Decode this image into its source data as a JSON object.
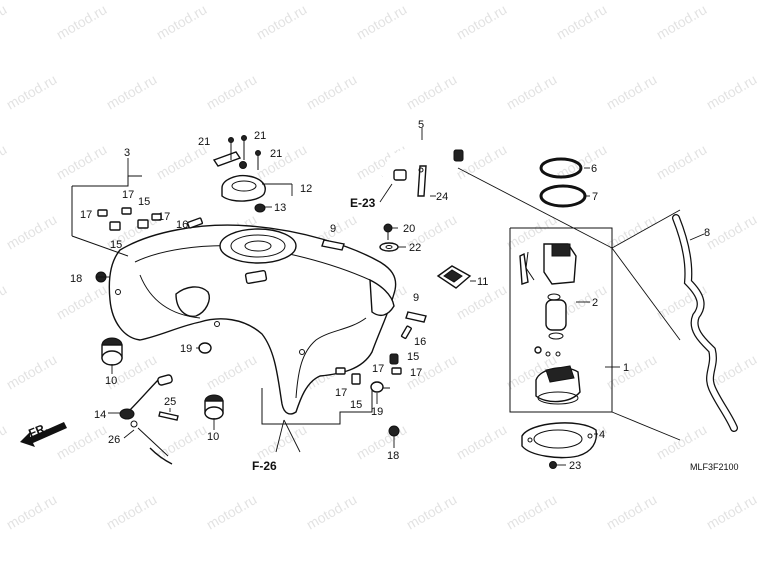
{
  "watermark": "motod.ru",
  "diagram_code": "MLF3F2100",
  "direction_label": "FR.",
  "refs": {
    "e23": "E-23",
    "f26": "F-26"
  },
  "callouts": {
    "c1": "1",
    "c2": "2",
    "c3": "3",
    "c4": "4",
    "c5": "5",
    "c6": "6",
    "c7": "7",
    "c8": "8",
    "c9a": "9",
    "c9b": "9",
    "c10a": "10",
    "c10b": "10",
    "c11": "11",
    "c12": "12",
    "c13": "13",
    "c14": "14",
    "c15a": "15",
    "c15b": "15",
    "c15c": "15",
    "c15d": "15",
    "c16a": "16",
    "c16b": "16",
    "c17a": "17",
    "c17b": "17",
    "c17c": "17",
    "c17d": "17",
    "c17e": "17",
    "c17f": "17",
    "c18a": "18",
    "c18b": "18",
    "c19a": "19",
    "c19b": "19",
    "c20": "20",
    "c21a": "21",
    "c21b": "21",
    "c21c": "21",
    "c22": "22",
    "c23": "23",
    "c24": "24",
    "c25": "25",
    "c26": "26"
  }
}
